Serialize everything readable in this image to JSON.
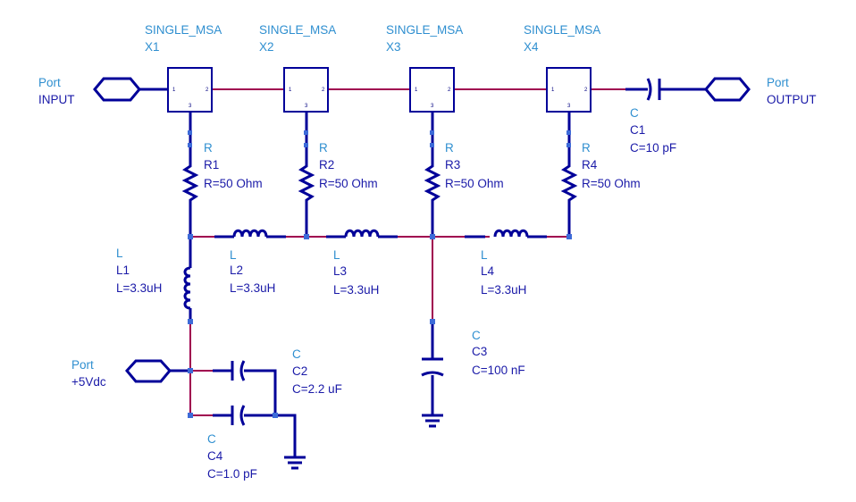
{
  "msa": [
    {
      "type": "SINGLE_MSA",
      "name": "X1",
      "pins": [
        "1",
        "2",
        "3"
      ]
    },
    {
      "type": "SINGLE_MSA",
      "name": "X2",
      "pins": [
        "1",
        "2",
        "3"
      ]
    },
    {
      "type": "SINGLE_MSA",
      "name": "X3",
      "pins": [
        "1",
        "2",
        "3"
      ]
    },
    {
      "type": "SINGLE_MSA",
      "name": "X4",
      "pins": [
        "1",
        "2",
        "3"
      ]
    }
  ],
  "ports": {
    "input": {
      "type": "Port",
      "name": "INPUT"
    },
    "output": {
      "type": "Port",
      "name": "OUTPUT"
    },
    "supply": {
      "type": "Port",
      "name": "+5Vdc"
    }
  },
  "resistors": [
    {
      "type": "R",
      "name": "R1",
      "value": "R=50 Ohm"
    },
    {
      "type": "R",
      "name": "R2",
      "value": "R=50 Ohm"
    },
    {
      "type": "R",
      "name": "R3",
      "value": "R=50 Ohm"
    },
    {
      "type": "R",
      "name": "R4",
      "value": "R=50 Ohm"
    }
  ],
  "inductors": [
    {
      "type": "L",
      "name": "L1",
      "value": "L=3.3uH"
    },
    {
      "type": "L",
      "name": "L2",
      "value": "L=3.3uH"
    },
    {
      "type": "L",
      "name": "L3",
      "value": "L=3.3uH"
    },
    {
      "type": "L",
      "name": "L4",
      "value": "L=3.3uH"
    }
  ],
  "capacitors": [
    {
      "type": "C",
      "name": "C1",
      "value": "C=10 pF"
    },
    {
      "type": "C",
      "name": "C2",
      "value": "C=2.2 uF"
    },
    {
      "type": "C",
      "name": "C3",
      "value": "C=100 nF"
    },
    {
      "type": "C",
      "name": "C4",
      "value": "C=1.0 pF"
    }
  ]
}
